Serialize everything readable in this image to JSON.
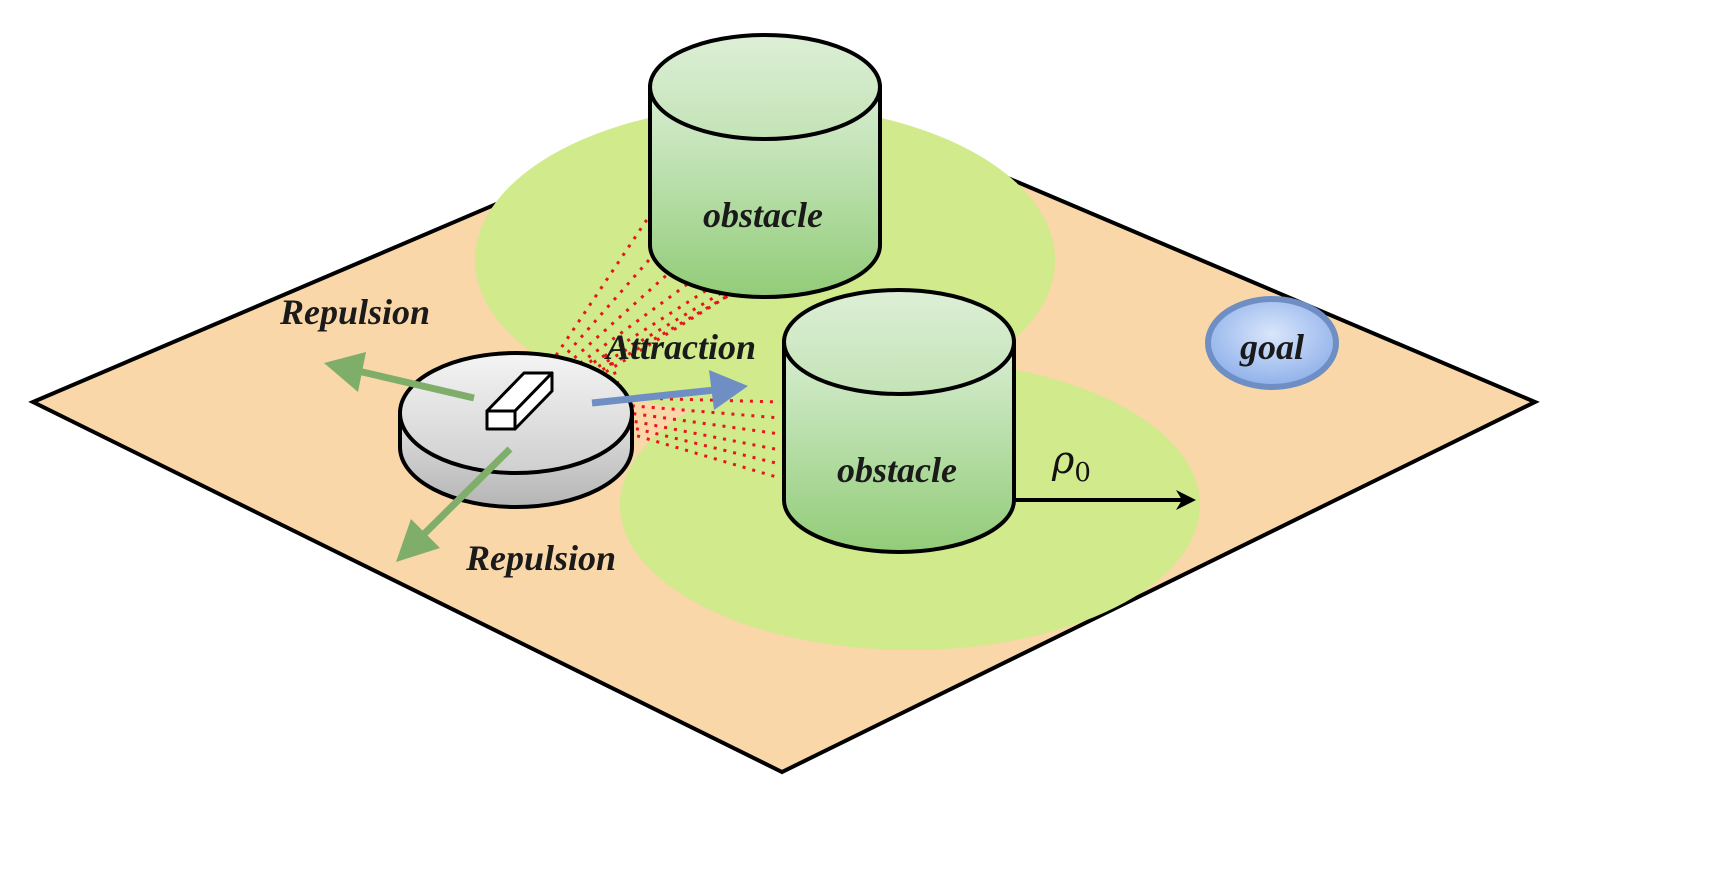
{
  "labels": {
    "obstacle_top": "obstacle",
    "obstacle_bottom": "obstacle",
    "goal": "goal",
    "attraction": "Attraction",
    "repulsion_upper": "Repulsion",
    "repulsion_lower": "Repulsion",
    "rho_symbol": "ρ",
    "rho_subscript": "0"
  },
  "colors": {
    "ground": "#f9d7a9",
    "influence_zone": "#d0ea8c",
    "obstacle": "#9ed08a",
    "goal": "#8fb0e6",
    "attraction_arrow": "#6f8fc4",
    "repulsion_arrow": "#7fae6a",
    "sensor_rays": "#e8141b",
    "robot": "#d9d9d9"
  }
}
